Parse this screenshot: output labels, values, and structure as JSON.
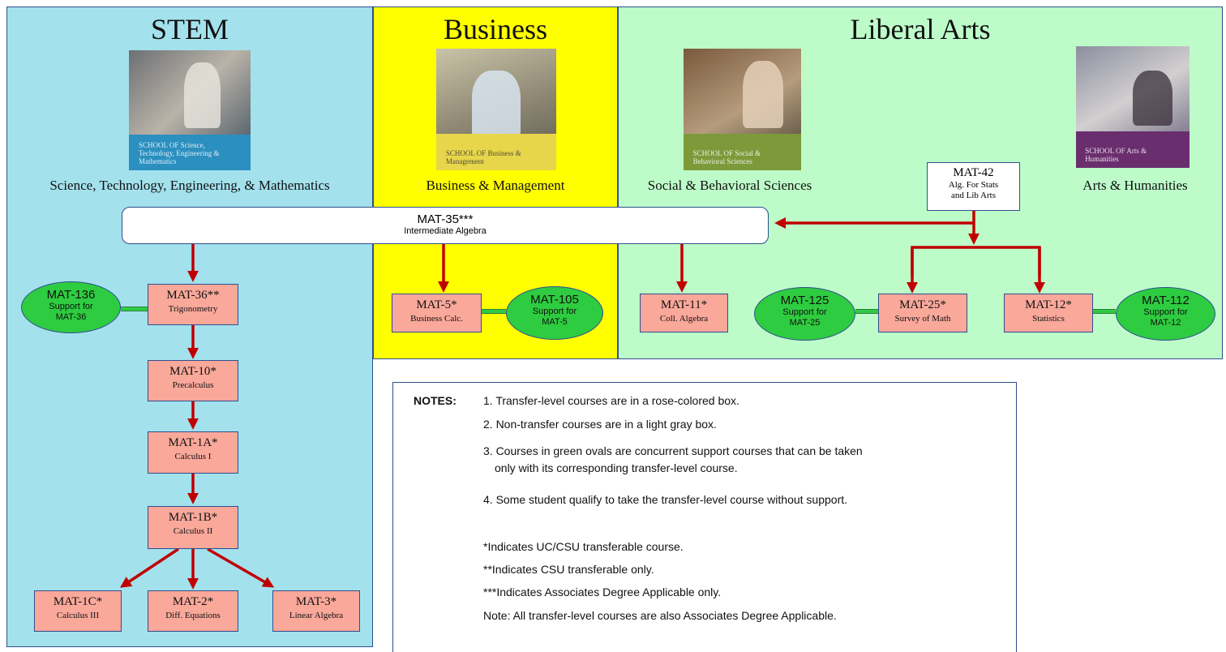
{
  "panels": {
    "stem": {
      "title": "STEM",
      "label": "Science, Technology, Engineering, & Mathematics",
      "bg": "#a3e1ed",
      "photo_text": "SCHOOL OF Science, Technology, Engineering & Mathematics"
    },
    "business": {
      "title": "Business",
      "label": "Business & Management",
      "bg": "#ffff00",
      "photo_text": "SCHOOL OF Business & Management"
    },
    "liberal": {
      "title": "Liberal Arts",
      "label_left": "Social & Behavioral Sciences",
      "label_right": "Arts & Humanities",
      "bg": "#bdfcc9",
      "photo_text_left": "SCHOOL OF Social & Behavioral Sciences",
      "photo_text_right": "SCHOOL OF Arts & Humanities"
    }
  },
  "courses": {
    "mat42": {
      "code": "MAT-42",
      "sub1": "Alg. For Stats",
      "sub2": "and Lib Arts"
    },
    "mat35": {
      "code": "MAT-35***",
      "sub": "Intermediate Algebra"
    },
    "mat36": {
      "code": "MAT-36**",
      "sub": "Trigonometry"
    },
    "mat10": {
      "code": "MAT-10*",
      "sub": "Precalculus"
    },
    "mat1a": {
      "code": "MAT-1A*",
      "sub": "Calculus I"
    },
    "mat1b": {
      "code": "MAT-1B*",
      "sub": "Calculus II"
    },
    "mat1c": {
      "code": "MAT-1C*",
      "sub": "Calculus III"
    },
    "mat2": {
      "code": "MAT-2*",
      "sub": "Diff. Equations"
    },
    "mat3": {
      "code": "MAT-3*",
      "sub": "Linear Algebra"
    },
    "mat5": {
      "code": "MAT-5*",
      "sub": "Business Calc."
    },
    "mat11": {
      "code": "MAT-11*",
      "sub": "Coll. Algebra"
    },
    "mat25": {
      "code": "MAT-25*",
      "sub": "Survey of Math"
    },
    "mat12": {
      "code": "MAT-12*",
      "sub": "Statistics"
    }
  },
  "supports": {
    "mat136": {
      "code": "MAT-136",
      "sub1": "Support for",
      "sub2": "MAT-36"
    },
    "mat105": {
      "code": "MAT-105",
      "sub1": "Support for",
      "sub2": "MAT-5"
    },
    "mat125": {
      "code": "MAT-125",
      "sub1": "Support for",
      "sub2": "MAT-25"
    },
    "mat112": {
      "code": "MAT-112",
      "sub1": "Support for",
      "sub2": "MAT-12"
    }
  },
  "notes": {
    "heading": "NOTES:",
    "n1": "1. Transfer-level courses are in a rose-colored box.",
    "n2": "2. Non-transfer courses are in a light gray box.",
    "n3a": "3. Courses in green ovals are concurrent support courses that can be taken",
    "n3b": "only with its corresponding transfer-level course.",
    "n4": "4. Some student qualify to take the transfer-level course without support.",
    "f1": "*Indicates UC/CSU transferable course.",
    "f2": "**Indicates CSU transferable only.",
    "f3": "***Indicates Associates Degree Applicable only.",
    "f4": "Note: All transfer-level courses are also Associates Degree Applicable."
  },
  "colors": {
    "arrow": "#c00000",
    "rose": "#f9a89a",
    "oval": "#2ecc40",
    "border": "#2f4f8f"
  }
}
